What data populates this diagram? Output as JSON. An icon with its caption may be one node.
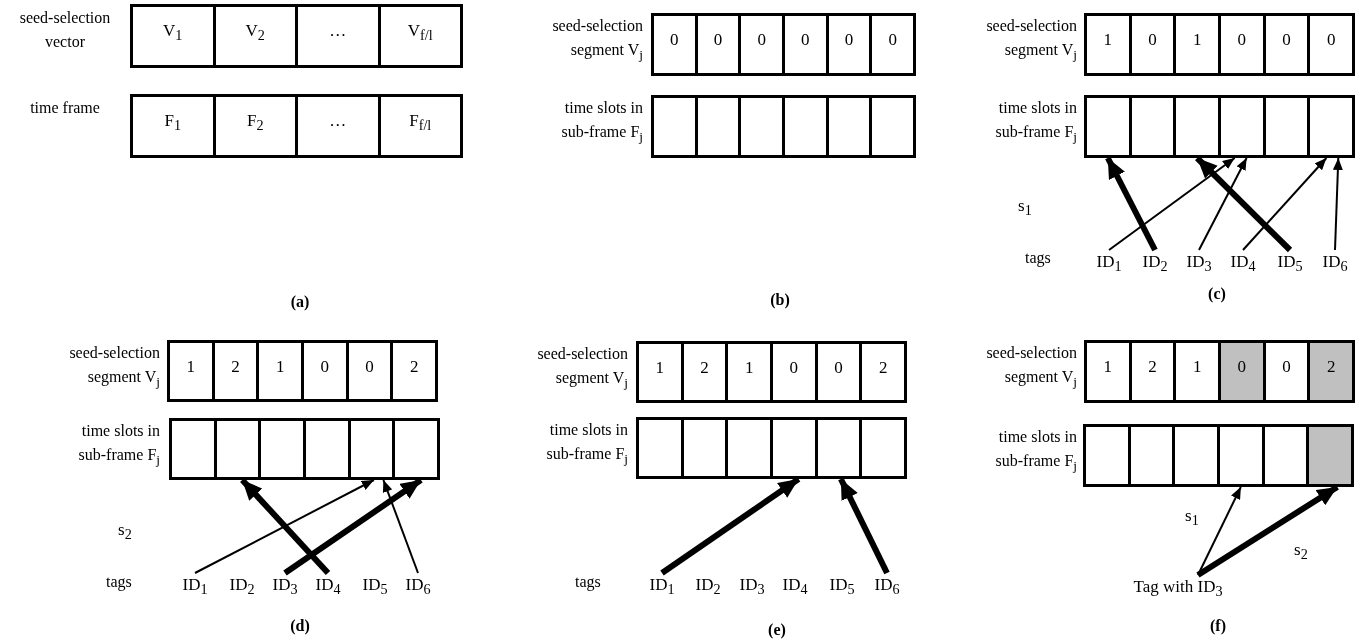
{
  "diagram": {
    "nodes": [
      {
        "text": [
          "V$_{1}$"
        ]
      },
      {
        "text": [
          "V$_{2}$"
        ]
      },
      {
        "text": [
          "…"
        ]
      },
      {
        "text": [
          "V$_{f/l}$"
        ]
      },
      {
        "text": [
          "F$_{1}$"
        ]
      },
      {
        "text": [
          "F$_{2}$"
        ]
      },
      {
        "text": [
          "…"
        ]
      },
      {
        "text": [
          "F$_{f/l}$"
        ]
      },
      {
        "text": [
          "0"
        ]
      },
      {
        "text": [
          "0"
        ]
      },
      {
        "text": [
          "0"
        ]
      },
      {
        "text": [
          "0"
        ]
      },
      {
        "text": [
          "0"
        ]
      },
      {
        "text": [
          "0"
        ]
      },
      {
        "text": [],
        "shape": "box"
      },
      {
        "text": [],
        "shape": "box"
      },
      {
        "text": [],
        "shape": "box"
      },
      {
        "text": [],
        "shape": "box"
      },
      {
        "text": [],
        "shape": "box"
      },
      {
        "text": [],
        "shape": "box"
      },
      {
        "text": [
          "1"
        ]
      },
      {
        "text": [
          "0"
        ]
      },
      {
        "text": [
          "1"
        ]
      },
      {
        "text": [
          "0"
        ]
      },
      {
        "text": [
          "0"
        ]
      },
      {
        "text": [
          "0"
        ]
      },
      {
        "text": [],
        "shape": "box"
      },
      {
        "text": [],
        "shape": "box"
      },
      {
        "text": [],
        "shape": "box"
      },
      {
        "text": [],
        "shape": "box"
      },
      {
        "text": [],
        "shape": "box"
      },
      {
        "text": [],
        "shape": "box"
      },
      {
        "text": [
          "ID$_{1}$"
        ]
      },
      {
        "text": [
          "ID$_{2}$"
        ]
      },
      {
        "text": [
          "ID$_{3}$"
        ]
      },
      {
        "text": [
          "ID$_{4}$"
        ]
      },
      {
        "text": [
          "ID$_{5}$"
        ]
      },
      {
        "text": [
          "ID$_{6}$"
        ]
      },
      {
        "text": [
          "1"
        ]
      },
      {
        "text": [
          "2"
        ]
      },
      {
        "text": [
          "1"
        ]
      },
      {
        "text": [
          "0"
        ]
      },
      {
        "text": [
          "0"
        ]
      },
      {
        "text": [
          "2"
        ]
      },
      {
        "text": [],
        "shape": "box"
      },
      {
        "text": [],
        "shape": "box"
      },
      {
        "text": [],
        "shape": "box"
      },
      {
        "text": [],
        "shape": "box"
      },
      {
        "text": [],
        "shape": "box"
      },
      {
        "text": [],
        "shape": "box"
      },
      {
        "text": [
          "ID$_{1}$"
        ]
      },
      {
        "text": [
          "ID$_{2}$"
        ]
      },
      {
        "text": [
          "ID$_{3}$"
        ]
      },
      {
        "text": [
          "ID$_{4}$"
        ]
      },
      {
        "text": [
          "ID$_{5}$"
        ]
      },
      {
        "text": [
          "ID$_{6}$"
        ]
      },
      {
        "text": [
          "1"
        ]
      },
      {
        "text": [
          "2"
        ]
      },
      {
        "text": [
          "1"
        ]
      },
      {
        "text": [
          "0"
        ]
      },
      {
        "text": [
          "0"
        ]
      },
      {
        "text": [
          "2"
        ]
      },
      {
        "text": [],
        "shape": "box"
      },
      {
        "text": [],
        "shape": "box"
      },
      {
        "text": [],
        "shape": "box"
      },
      {
        "text": [],
        "shape": "box"
      },
      {
        "text": [],
        "shape": "box"
      },
      {
        "text": [],
        "shape": "box"
      },
      {
        "text": [
          "ID$_{1}$"
        ]
      },
      {
        "text": [
          "ID$_{2}$"
        ]
      },
      {
        "text": [
          "ID$_{3}$"
        ]
      },
      {
        "text": [
          "ID$_{4}$"
        ]
      },
      {
        "text": [
          "ID$_{5}$"
        ]
      },
      {
        "text": [
          "ID$_{6}$"
        ]
      },
      {
        "text": [
          "1"
        ]
      },
      {
        "text": [
          "2"
        ]
      },
      {
        "text": [
          "1"
        ]
      },
      {
        "text": [
          "0"
        ]
      },
      {
        "text": [
          "0"
        ]
      },
      {
        "text": [
          "2"
        ]
      },
      {
        "text": [],
        "shape": "box"
      },
      {
        "text": [],
        "shape": "box"
      },
      {
        "text": [],
        "shape": "box"
      },
      {
        "text": [],
        "shape": "box"
      },
      {
        "text": [],
        "shape": "box"
      },
      {
        "text": [],
        "shape": "box"
      },
      {
        "text": [
          "Tag with ID$_{3}$"
        ]
      }
    ],
    "edges": [
      {
        "from": 32,
        "to": 29,
        "arrow": "to"
      },
      {
        "from": 33,
        "to": 26,
        "arrow": "to",
        "style": "thick"
      },
      {
        "from": 34,
        "to": 29,
        "arrow": "to"
      },
      {
        "from": 35,
        "to": 31,
        "arrow": "to"
      },
      {
        "from": 36,
        "to": 28,
        "arrow": "to",
        "style": "thick"
      },
      {
        "from": 37,
        "to": 31,
        "arrow": "to"
      },
      {
        "from": 50,
        "to": 48,
        "arrow": "to"
      },
      {
        "from": 52,
        "to": 49,
        "arrow": "to",
        "style": "thick"
      },
      {
        "from": 53,
        "to": 45,
        "arrow": "to",
        "style": "thick"
      },
      {
        "from": 55,
        "to": 48,
        "arrow": "to"
      },
      {
        "from": 68,
        "to": 65,
        "arrow": "to",
        "style": "thick"
      },
      {
        "from": 73,
        "to": 66,
        "arrow": "to",
        "style": "thick"
      },
      {
        "from": 86,
        "to": 83,
        "arrow": "to",
        "label": "s$_{1}$"
      },
      {
        "from": 86,
        "to": 85,
        "arrow": "to",
        "label": "s$_{2}$",
        "style": "thick"
      }
    ],
    "labels": [
      "seed-selection vector",
      "time frame",
      "(a)",
      "seed-selection segment V$_{j}$",
      "time slots in sub-frame F$_{j}$",
      "(b)",
      "seed-selection segment V$_{j}$",
      "time slots in sub-frame F$_{j}$",
      "s$_{1}$",
      "tags",
      "(c)",
      "seed-selection segment V$_{j}$",
      "time slots in sub-frame F$_{j}$",
      "s$_{2}$",
      "tags",
      "(d)",
      "seed-selection segment V$_{j}$",
      "time slots in sub-frame F$_{j}$",
      "tags",
      "(e)",
      "seed-selection segment V$_{j}$",
      "time slots in sub-frame F$_{j}$",
      "(f)"
    ]
  }
}
